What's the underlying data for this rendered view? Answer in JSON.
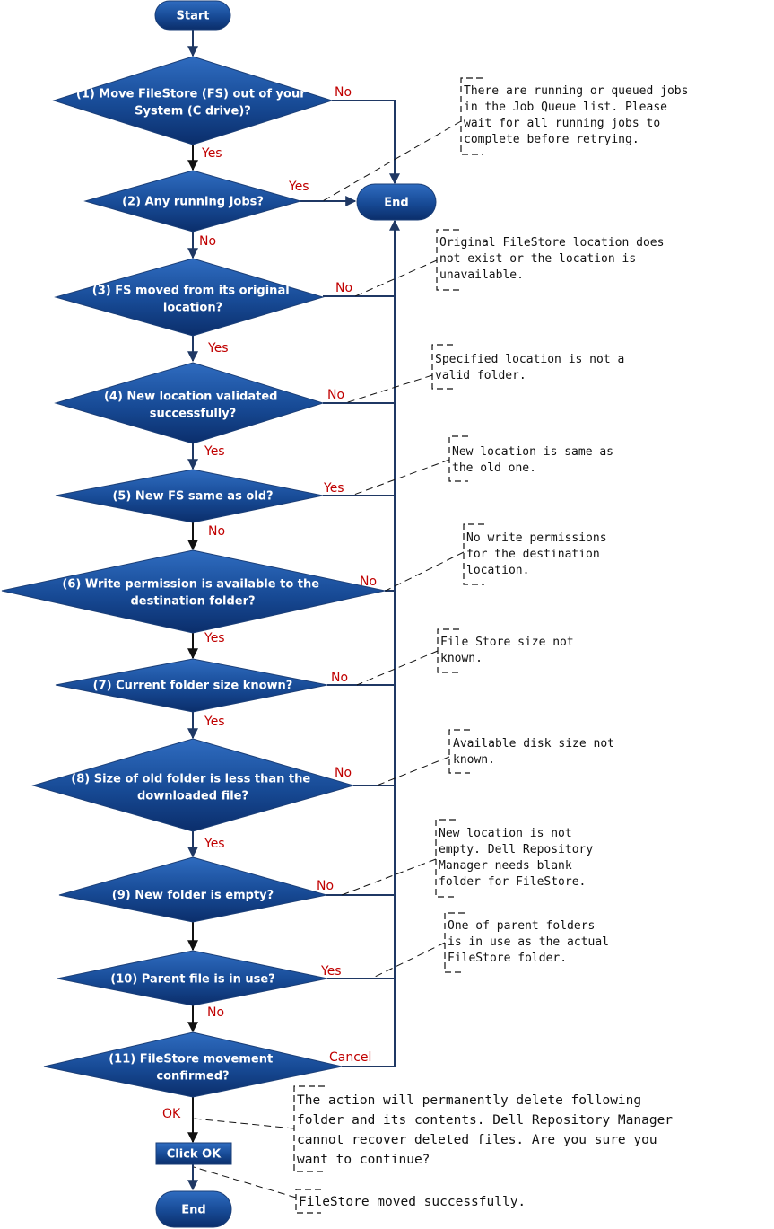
{
  "nodes": {
    "start": "Start",
    "end_top": "End",
    "end_bottom": "End",
    "click_ok": "Click OK",
    "d1": [
      "(1) Move FileStore (FS) out of your",
      "System (C drive)?"
    ],
    "d2": [
      "(2) Any running Jobs?"
    ],
    "d3": [
      "(3) FS moved from its original",
      "location?"
    ],
    "d4": [
      "(4) New location validated",
      "successfully?"
    ],
    "d5": [
      "(5) New FS same as old?"
    ],
    "d6": [
      "(6) Write permission is available to the",
      "destination folder?"
    ],
    "d7": [
      "(7) Current folder size known?"
    ],
    "d8": [
      "(8) Size of old folder is less than the",
      "downloaded file?"
    ],
    "d9": [
      "(9) New folder is empty?"
    ],
    "d10": [
      "(10) Parent file is in use?"
    ],
    "d11": [
      "(11) FileStore movement",
      "confirmed?"
    ]
  },
  "edge_labels": {
    "d1_no": "No",
    "d1_yes": "Yes",
    "d2_yes": "Yes",
    "d2_no": "No",
    "d3_no": "No",
    "d3_yes": "Yes",
    "d4_no": "No",
    "d4_yes": "Yes",
    "d5_yes": "Yes",
    "d5_no": "No",
    "d6_no": "No",
    "d6_yes": "Yes",
    "d7_no": "No",
    "d7_yes": "Yes",
    "d8_no": "No",
    "d8_yes": "Yes",
    "d9_no": "No",
    "d10_yes": "Yes",
    "d10_no": "No",
    "d11_cancel": "Cancel",
    "d11_ok": "OK"
  },
  "notes": {
    "n1": [
      "There are running or queued jobs",
      "in the Job Queue list. Please",
      "wait for all running jobs to",
      "complete before retrying."
    ],
    "n3": [
      "Original FileStore location does",
      "not exist or the location is",
      "unavailable."
    ],
    "n4": [
      "Specified location is not a",
      "valid folder."
    ],
    "n5": [
      "New location is same as",
      "the old one."
    ],
    "n6": [
      "No write permissions",
      "for the destination",
      "location."
    ],
    "n7": [
      "File Store size not",
      "known."
    ],
    "n8": [
      "Available disk size not",
      "known."
    ],
    "n9": [
      "New location is not",
      "empty. Dell Repository",
      "Manager needs blank",
      "folder for FileStore."
    ],
    "n10": [
      "One of parent folders",
      "is in use as the actual",
      "FileStore folder."
    ],
    "n11": [
      "The action will permanently delete following",
      "folder and its contents. Dell Repository Manager",
      "cannot recover deleted files. Are you sure you",
      "want to continue?"
    ],
    "n12": [
      "FileStore moved successfully."
    ]
  },
  "colors": {
    "node_fill_light": "#2f6cc0",
    "node_fill_dark": "#0b2e6b",
    "flow_line": "#1f3864",
    "edge_label": "#c00000"
  }
}
